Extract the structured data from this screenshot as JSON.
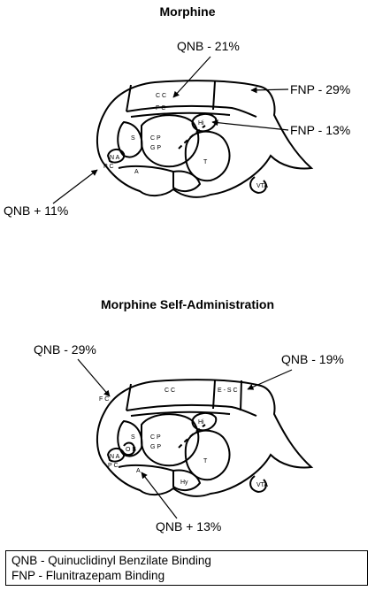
{
  "panels": [
    {
      "title": "Morphine",
      "callouts": [
        "QNB - 21%",
        "FNP - 29%",
        "FNP - 13%",
        "QNB + 11%"
      ],
      "regions": [
        "F C",
        "C C",
        "Hi",
        "S",
        "C P",
        "G P",
        "T",
        "N A",
        "P C",
        "A",
        "VTA"
      ]
    },
    {
      "title": "Morphine Self-Administration",
      "callouts": [
        "QNB - 29%",
        "QNB - 19%",
        "QNB + 13%"
      ],
      "regions": [
        "F C",
        "C C",
        "E - S C",
        "Hi",
        "S",
        "C P",
        "G P",
        "T",
        "N A",
        "O B",
        "P C",
        "A",
        "Hy",
        "VTA"
      ]
    }
  ],
  "legend": [
    "QNB - Quinuclidinyl Benzilate Binding",
    "FNP - Flunitrazepam Binding"
  ]
}
